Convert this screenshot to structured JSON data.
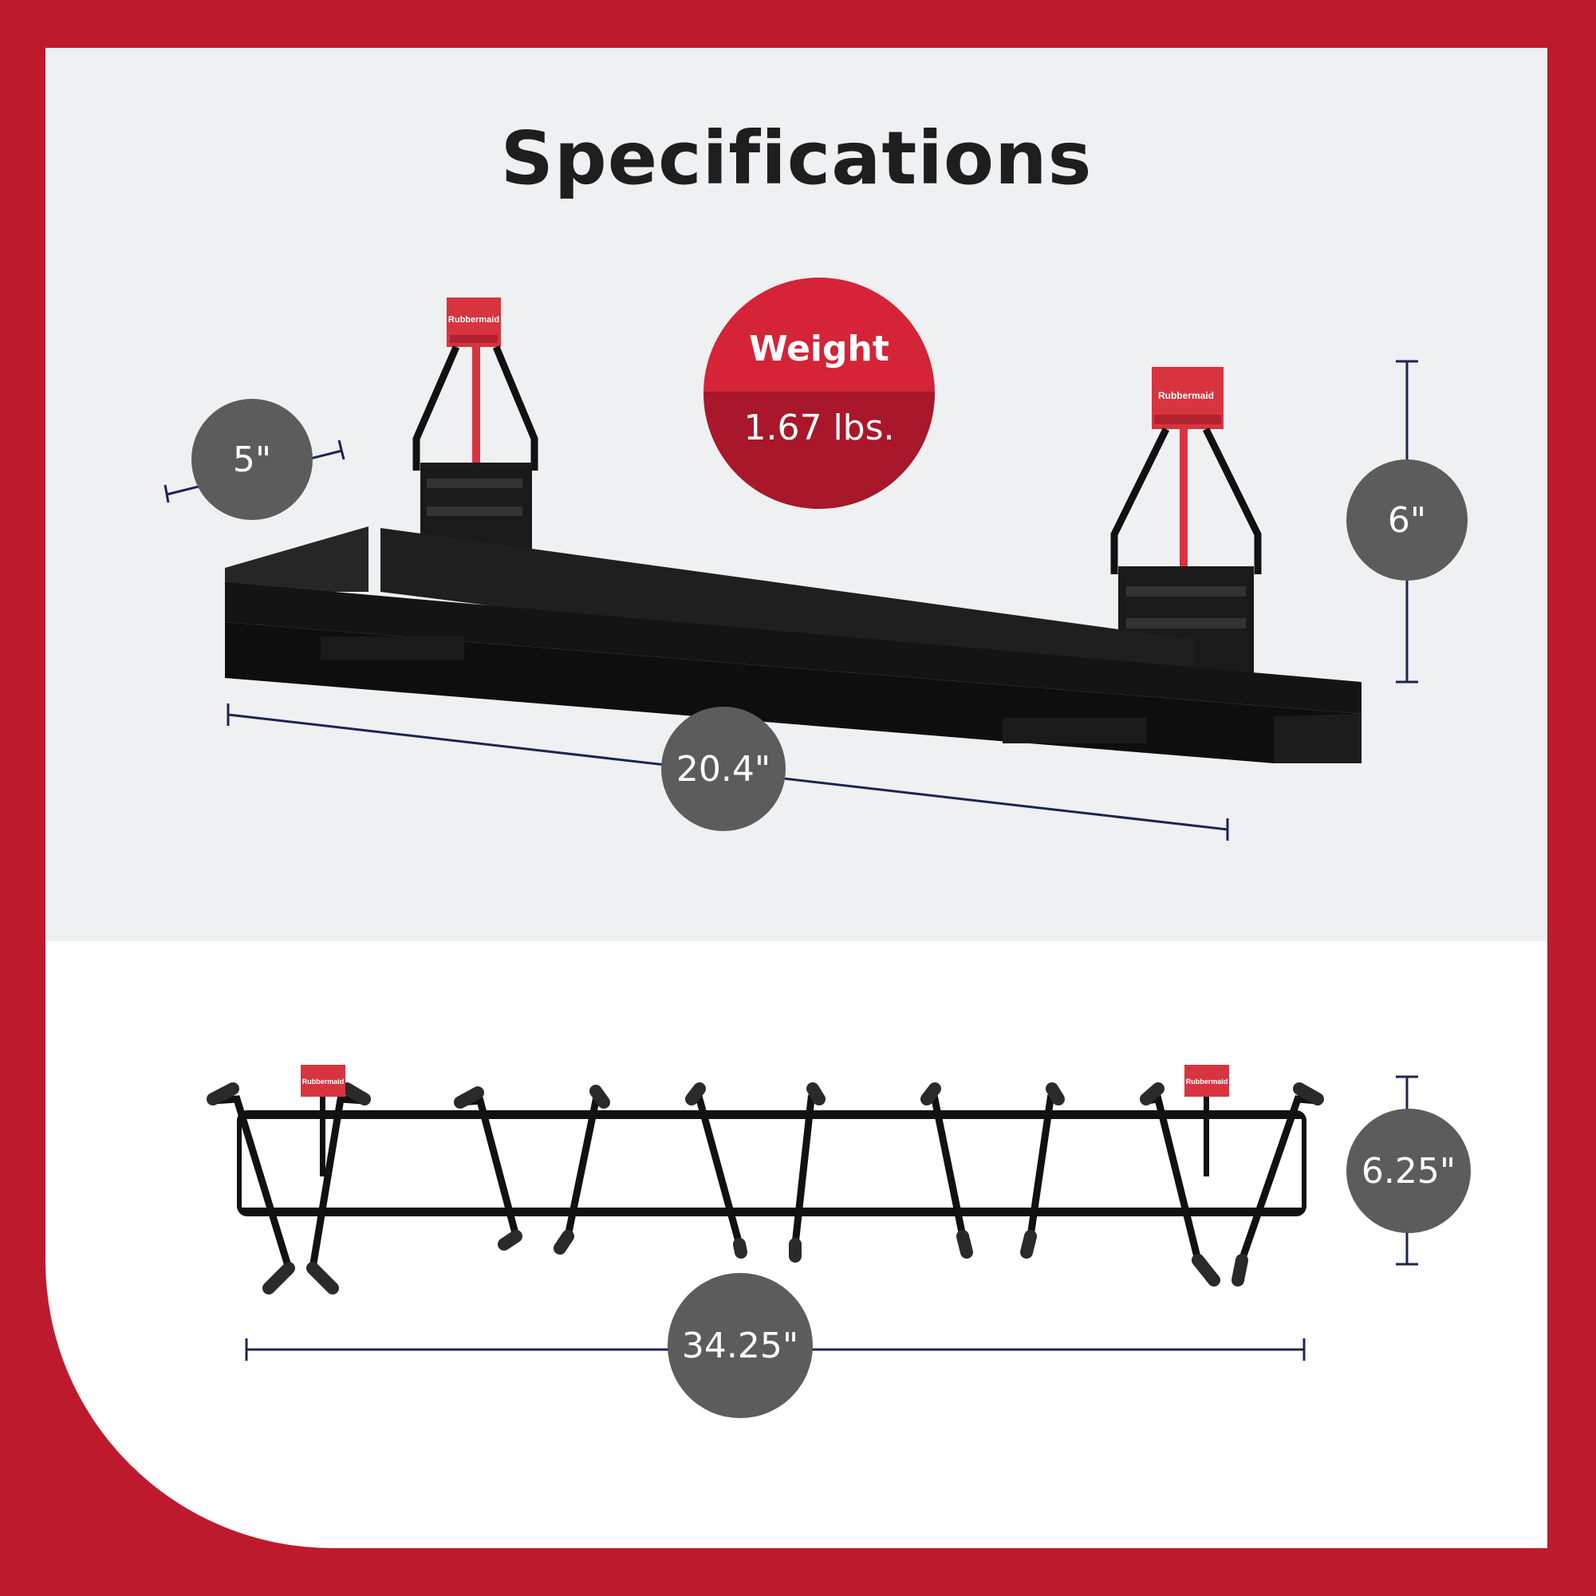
{
  "title": "Specifications",
  "weight": {
    "label": "Weight",
    "value": "1.67 lbs."
  },
  "shelf_dims": {
    "depth": "5\"",
    "height": "6\"",
    "width": "20.4\""
  },
  "rack_dims": {
    "height": "6.25\"",
    "width": "34.25\""
  },
  "brand_label": "Rubbermaid",
  "colors": {
    "frame": "#be1a2e",
    "badge": "#5c5c5c",
    "weight_top": "#d52338",
    "weight_bottom": "#a8172a",
    "dimension_line": "#1c2452"
  }
}
